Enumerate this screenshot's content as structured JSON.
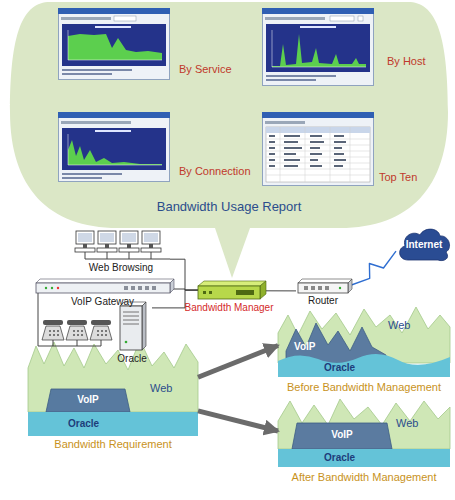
{
  "diagram": {
    "nodes": [
      {
        "text": [
          "Bandwidth Usage Report"
        ]
      },
      {
        "text": [
          "By Service"
        ],
        "in": 0
      },
      {
        "text": [
          "By Host"
        ],
        "in": 0
      },
      {
        "text": [
          "By Connection"
        ],
        "in": 0
      },
      {
        "text": [
          "Top Ten"
        ],
        "in": 0
      },
      {
        "text": [
          "Internet"
        ]
      },
      {
        "text": [
          "Web Browsing"
        ]
      },
      {
        "text": [
          "VoIP Gateway"
        ]
      },
      {
        "text": [
          "Bandwidth Manager"
        ]
      },
      {
        "text": [
          "Router"
        ]
      },
      {
        "text": [
          "Oracle"
        ]
      },
      {
        "text": [
          "Bandwidth Requirement"
        ]
      },
      {
        "text": [
          "Web"
        ],
        "in": 11
      },
      {
        "text": [
          "VoIP"
        ],
        "in": 11
      },
      {
        "text": [
          "Oracle"
        ],
        "in": 11
      },
      {
        "text": [
          "Before Bandwidth Management"
        ]
      },
      {
        "text": [
          "Web"
        ],
        "in": 15
      },
      {
        "text": [
          "VoIP"
        ],
        "in": 15
      },
      {
        "text": [
          "Oracle"
        ],
        "in": 15
      },
      {
        "text": [
          "After Bandwidth Management"
        ]
      },
      {
        "text": [
          "Web"
        ],
        "in": 19
      },
      {
        "text": [
          "VoIP"
        ],
        "in": 19
      },
      {
        "text": [
          "Oracle"
        ],
        "in": 19
      }
    ],
    "edges": [
      {
        "from": 6,
        "to": 8,
        "arrow": "none"
      },
      {
        "from": 7,
        "to": 8,
        "arrow": "none"
      },
      {
        "from": 10,
        "to": 8,
        "arrow": "none"
      },
      {
        "from": 8,
        "to": 9,
        "arrow": "none"
      },
      {
        "from": 9,
        "to": 5,
        "arrow": "none"
      },
      {
        "from": 11,
        "to": 15,
        "arrow": "to"
      },
      {
        "from": 11,
        "to": 19,
        "arrow": "to"
      }
    ]
  }
}
